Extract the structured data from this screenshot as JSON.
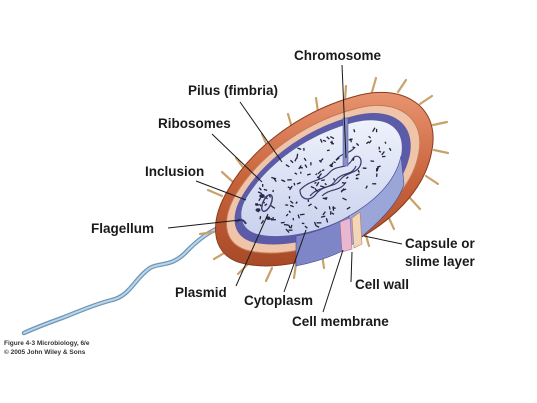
{
  "labels": {
    "chromosome": "Chromosome",
    "pilus": "Pilus (fimbria)",
    "ribosomes": "Ribosomes",
    "inclusion": "Inclusion",
    "flagellum": "Flagellum",
    "capsule_line1": "Capsule or",
    "capsule_line2": "slime layer",
    "plasmid": "Plasmid",
    "cell_wall": "Cell wall",
    "cytoplasm": "Cytoplasm",
    "cell_membrane": "Cell membrane"
  },
  "credit": {
    "line1": "Figure 4-3  Microbiology, 6/e",
    "line2": "© 2005 John Wiley & Sons"
  },
  "colors": {
    "capsule": "#c8643c",
    "capsule_light": "#e8a07c",
    "cell_wall": "#f0c4a8",
    "membrane": "#4a4a9a",
    "cytoplasm": "#dde4f4",
    "cytoplasm_shadow": "#9aa6d8",
    "ribosome": "#20203a",
    "flagellum": "#8fb8d8",
    "pilus": "#c9a26a"
  }
}
